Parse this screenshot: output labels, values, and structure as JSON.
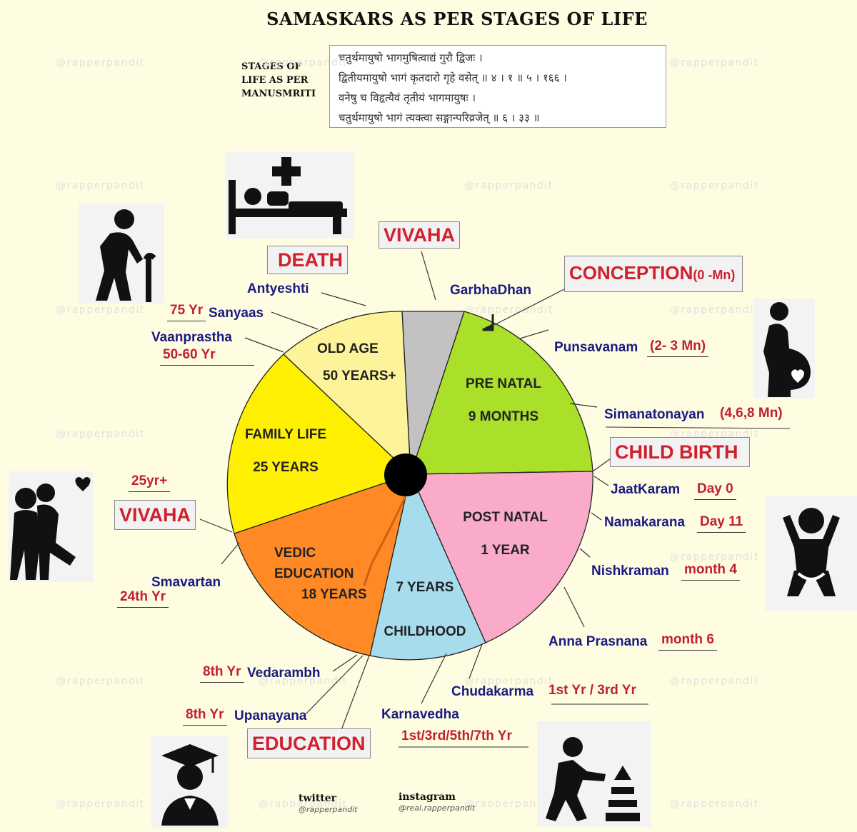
{
  "title": "SAMASKARS AS PER STAGES OF LIFE",
  "manusmriti_label": "STAGES OF LIFE AS PER MANUSMRITI",
  "verse_lines": [
    "चतुर्थमायुषो भागमुषित्वाद्यं गुरौ द्विजः ।",
    "द्वितीयमायुषो भागं कृतदारो गृहे वसेत् ॥ ४ । १ ॥ ५ । १६६ ।",
    "वनेषु च विहृत्यैवं तृतीयं भागमायुषः ।",
    "चतुर्थमायुषो भागं त्यक्त्वा सङ्गान्परिव्रजेत् ॥ ६ । ३३ ॥"
  ],
  "watermark": "@rapperpandit",
  "colors": {
    "background": "#fefde2",
    "prenatal": "#aadf2a",
    "postnatal": "#f9abc9",
    "childhood": "#a6dcec",
    "education": "#ff8a25",
    "family": "#fff002",
    "oldage": "#fcf39a",
    "gap": "#c2c2c2",
    "label_blue": "#1a1a80",
    "label_red": "#c0202f"
  },
  "segments": [
    {
      "key": "prenatal",
      "line1": "PRE NATAL",
      "line2": "9 MONTHS"
    },
    {
      "key": "postnatal",
      "line1": "POST NATAL",
      "line2": "1 YEAR"
    },
    {
      "key": "childhood",
      "line1": "7 YEARS",
      "line2": "CHILDHOOD"
    },
    {
      "key": "education",
      "line1": "VEDIC",
      "line2": "EDUCATION",
      "line3": "18 YEARS"
    },
    {
      "key": "family",
      "line1": "FAMILY LIFE",
      "line2": "25 YEARS"
    },
    {
      "key": "oldage",
      "line1": "OLD AGE",
      "line2": "50 YEARS+"
    }
  ],
  "samskaras": {
    "garbhadhan": "GarbhaDhan",
    "punsavanam": "Punsavanam",
    "simantonayan": "Simanatonayan",
    "jaatkaram": "JaatKaram",
    "namakarana": "Namakarana",
    "nishkraman": "Nishkraman",
    "annaprasnana": "Anna Prasnana",
    "chudakarma": "Chudakarma",
    "karnavedha": "Karnavedha",
    "upanayana": "Upanayana",
    "vedarambh": "Vedarambh",
    "smavartan": "Smavartan",
    "vaanprastha": "Vaanprastha",
    "sanyaas": "Sanyaas",
    "antyeshti": "Antyeshti"
  },
  "ages": {
    "punsavanam": "(2- 3 Mn)",
    "simantonayan": "(4,6,8 Mn)",
    "jaatkaram": "Day  0",
    "namakarana": "Day 11",
    "nishkraman": "month 4",
    "annaprasnana": "month 6",
    "chudakarma": "1st Yr / 3rd Yr",
    "karnavedha": "1st/3rd/5th/7th Yr",
    "upanayana": "8th Yr",
    "vedarambh": "8th Yr",
    "smavartan": "24th Yr",
    "vivaha": "25yr+",
    "vaanprastha": "50-60 Yr",
    "sanyaas": "75 Yr"
  },
  "events": {
    "conception": "CONCEPTION",
    "conception_note": "(0 -Mn)",
    "child_birth": "CHILD BIRTH",
    "education": "EDUCATION",
    "vivaha_top": "VIVAHA",
    "vivaha_left": "VIVAHA",
    "death": "DEATH"
  },
  "icons": [
    "hospital-bed-icon",
    "elderly-person-icon",
    "pregnant-woman-icon",
    "baby-icon",
    "couple-embrace-icon",
    "graduate-icon",
    "child-playing-icon"
  ],
  "social": {
    "twitter_label": "twitter",
    "twitter_handle": "@rapperpandit",
    "instagram_label": "instagram",
    "instagram_handle": "@real.rapperpandit"
  }
}
